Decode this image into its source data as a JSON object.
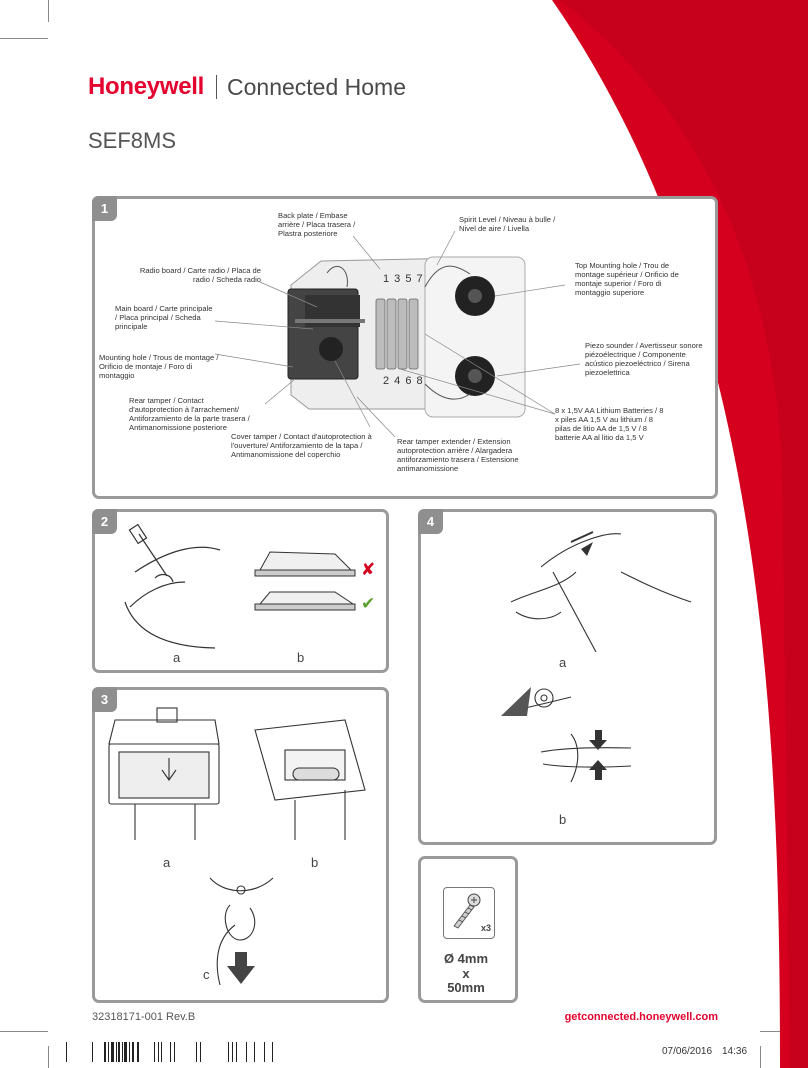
{
  "brand": {
    "name": "Honeywell",
    "subtitle": "Connected Home"
  },
  "model": "SEF8MS",
  "panels": {
    "p1": {
      "number": "1",
      "labels": {
        "back_plate": "Back plate / Embase arrière / Placa trasera / Plastra posteriore",
        "spirit_level": "Spirit Level / Niveau à bulle / Nivel de aire / Livella",
        "radio_board": "Radio board / Carte radio / Placa de radio / Scheda radio",
        "top_mounting": "Top Mounting hole / Trou de montage supérieur / Orificio de montaje superior / Foro di montaggio superiore",
        "main_board": "Main board / Carte principale / Placa principal / Scheda principale",
        "mounting_hole": "Mounting hole / Trous de montage / Orificio de montaje / Foro di montaggio",
        "piezo": "Piezo sounder / Avertisseur sonore piézoélectrique / Componente acústico piezoeléctrico / Sirena piezoelettrica",
        "rear_tamper": "Rear tamper / Contact d'autoprotection à l'arrachement/ Antiforzamiento de la parte trasera / Antimanomissione posteriore",
        "batteries": "8 x 1,5V AA Lithium Batteries / 8 x piles AA 1,5 V au lithium / 8 pilas de litio AA de 1,5 V / 8 batterie AA al litio da 1,5 V",
        "cover_tamper": "Cover tamper / Contact d'autoprotection à l'ouverture/ Antiforzamiento de la tapa / Antimanomissione del coperchio",
        "rear_tamper_ext": "Rear tamper extender / Extension autoprotection arrière / Alargadera antiforzamiento trasera / Estensione antimanomissione"
      },
      "battery_top": "1 3 5 7",
      "battery_bottom": "2 4 6 8"
    },
    "p2": {
      "number": "2",
      "sub_a": "a",
      "sub_b": "b",
      "wrong": "✘",
      "right": "✔"
    },
    "p3": {
      "number": "3",
      "sub_a": "a",
      "sub_b": "b",
      "sub_c": "c"
    },
    "p4": {
      "number": "4",
      "sub_a": "a",
      "sub_b": "b"
    },
    "screw": {
      "qty": "x3",
      "line1": "Ø 4mm",
      "line2": "x",
      "line3": "50mm"
    }
  },
  "footer": {
    "doc_number": "32318171-001 Rev.B",
    "website": "getconnected.honeywell.com",
    "date": "07/06/2016",
    "time": "14:36"
  },
  "colors": {
    "brand_red": "#e4032e",
    "panel_gray": "#9a9a9a"
  }
}
